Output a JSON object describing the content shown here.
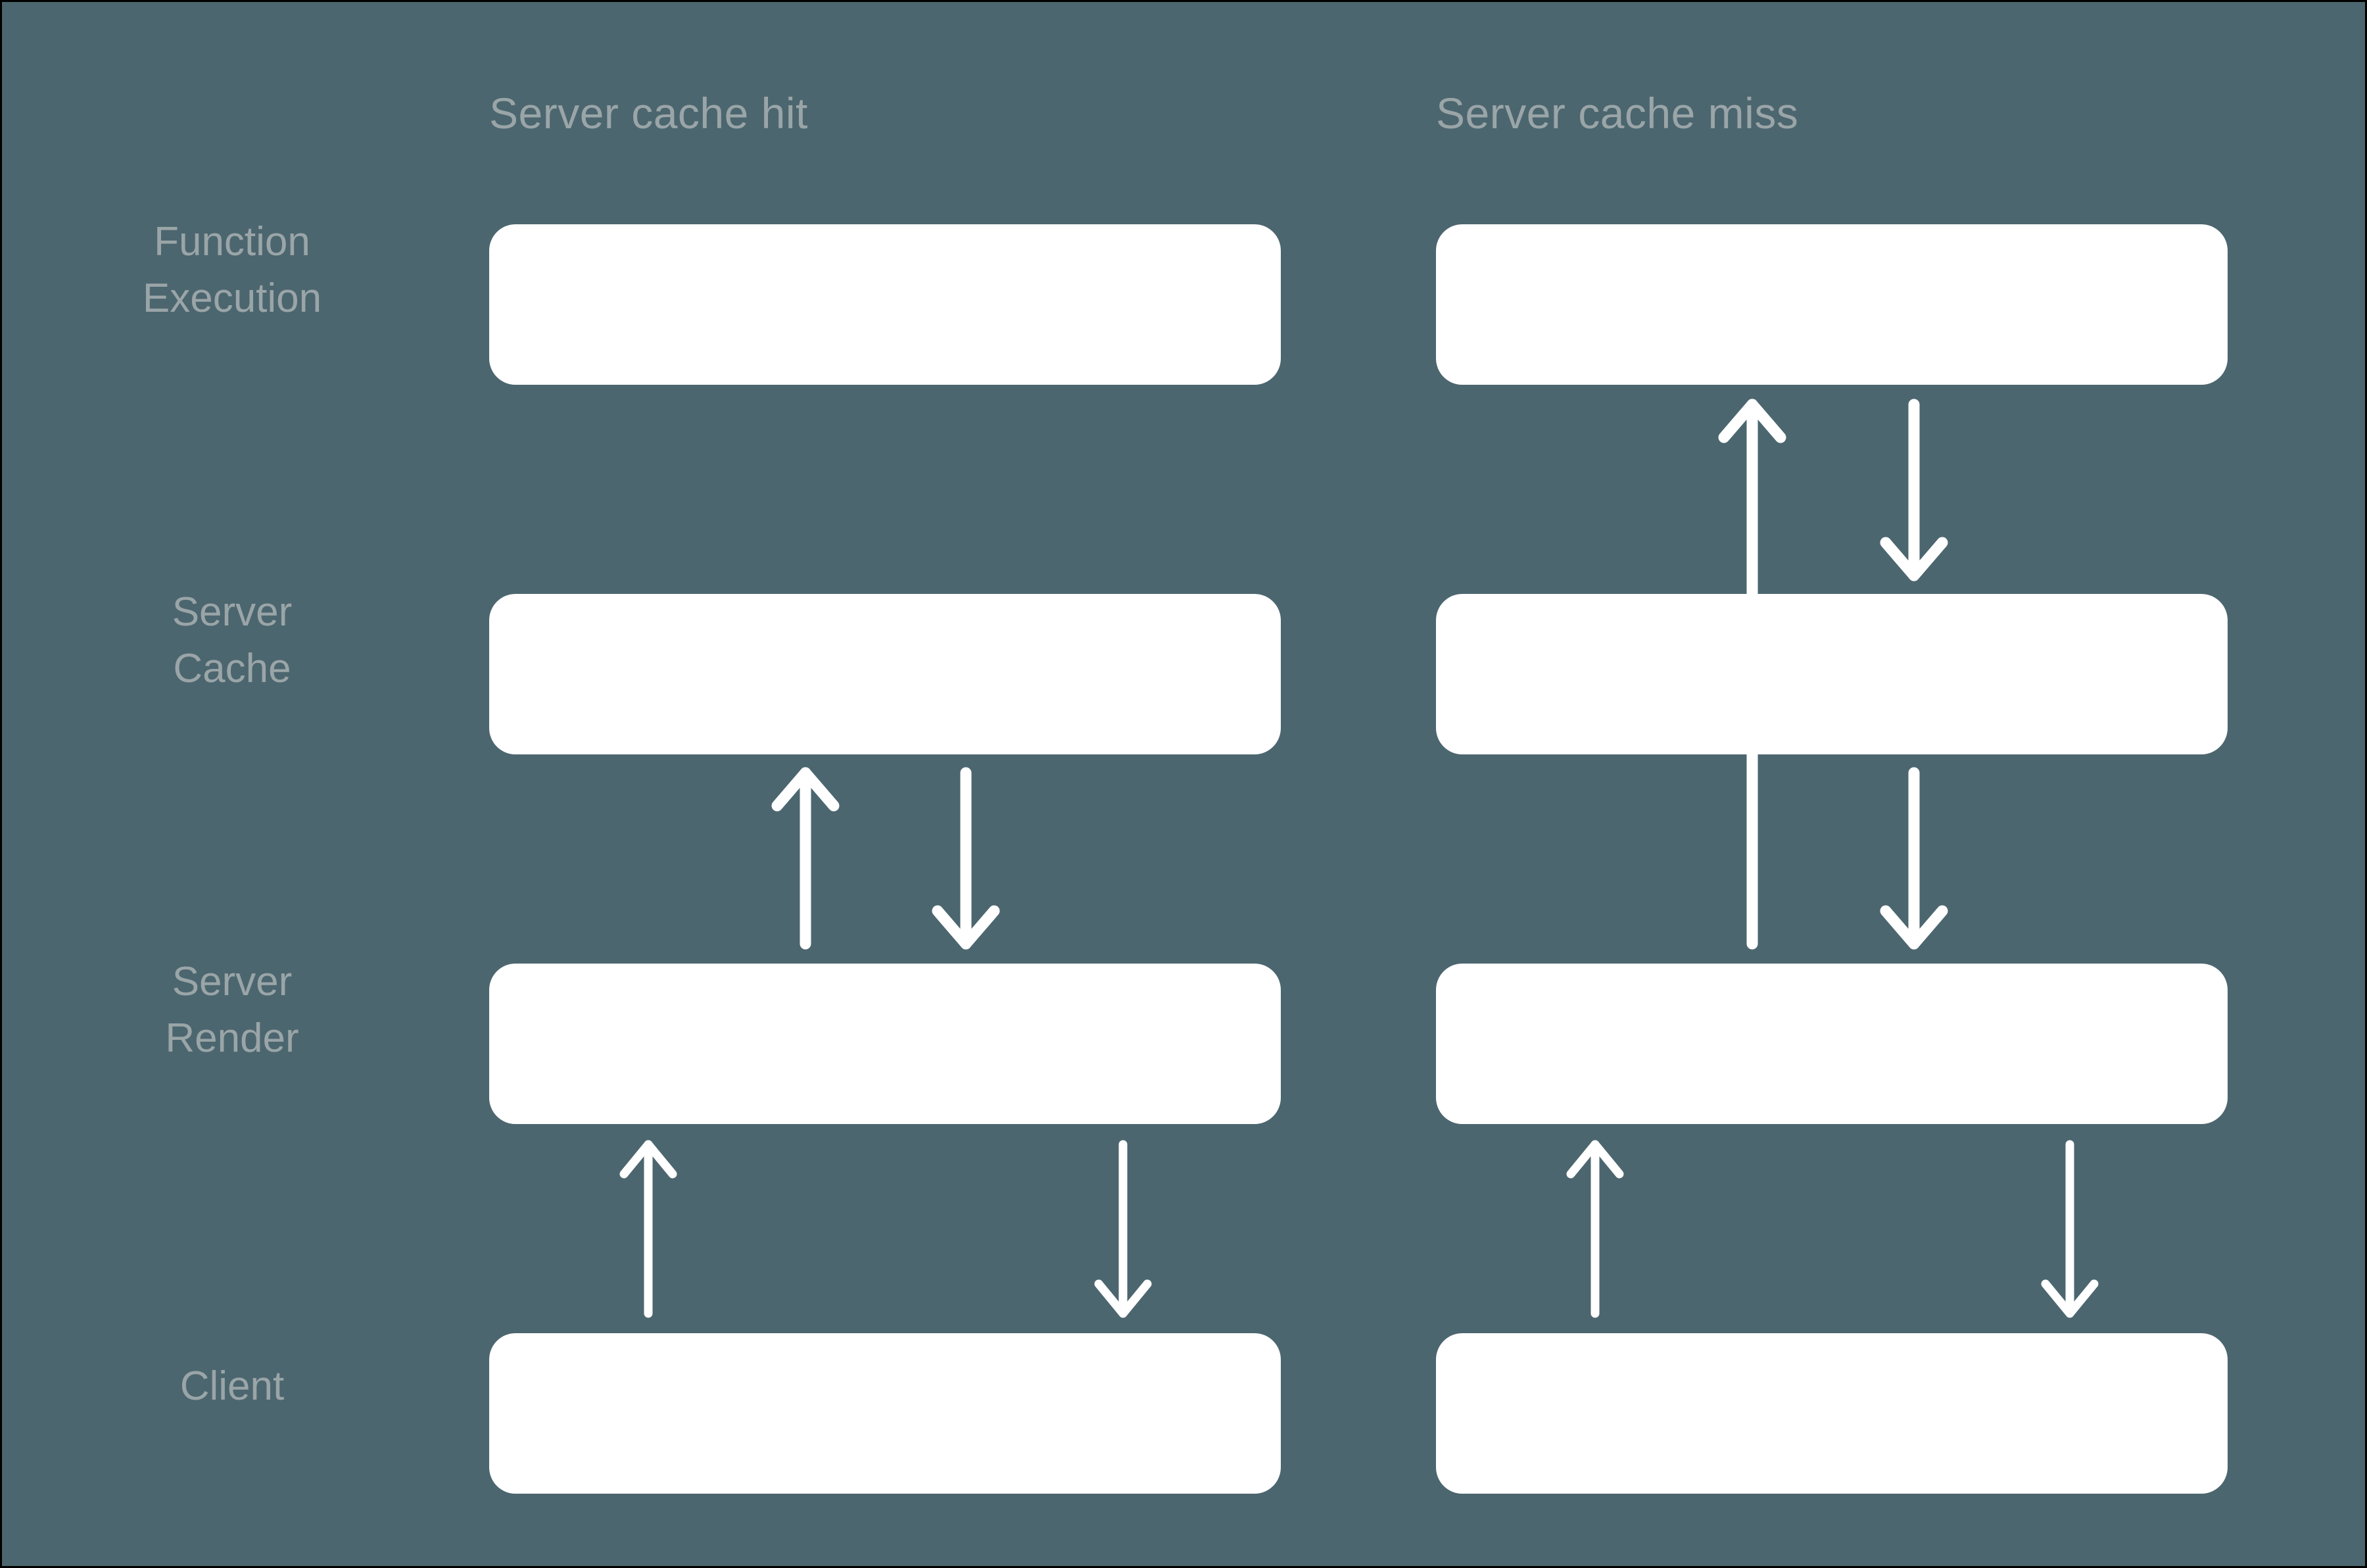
{
  "diagram": {
    "title_columns": [
      {
        "id": "hit",
        "label": "Server cache hit"
      },
      {
        "id": "miss",
        "label": "Server cache miss"
      }
    ],
    "row_labels": [
      {
        "id": "function-execution",
        "label": "Function\nExecution"
      },
      {
        "id": "server-cache",
        "label": "Server\nCache"
      },
      {
        "id": "server-render",
        "label": "Server\nRender"
      },
      {
        "id": "client",
        "label": "Client"
      }
    ],
    "colors": {
      "background": "#4C666F",
      "node_fill": "#FFFFFF",
      "label_text": "#9AA5A8",
      "arrow": "#FFFFFF",
      "frame_border": "#000000"
    },
    "nodes": [
      {
        "id": "hit-function-execution",
        "column": "hit",
        "row": "function-execution",
        "label": ""
      },
      {
        "id": "hit-server-cache",
        "column": "hit",
        "row": "server-cache",
        "label": ""
      },
      {
        "id": "hit-server-render",
        "column": "hit",
        "row": "server-render",
        "label": ""
      },
      {
        "id": "hit-client",
        "column": "hit",
        "row": "client",
        "label": ""
      },
      {
        "id": "miss-function-execution",
        "column": "miss",
        "row": "function-execution",
        "label": ""
      },
      {
        "id": "miss-server-cache",
        "column": "miss",
        "row": "server-cache",
        "label": ""
      },
      {
        "id": "miss-server-render",
        "column": "miss",
        "row": "server-render",
        "label": ""
      },
      {
        "id": "miss-client",
        "column": "miss",
        "row": "client",
        "label": ""
      }
    ],
    "arrows": [
      {
        "id": "hit-render-to-cache",
        "column": "hit",
        "from": "server-render",
        "to": "server-cache",
        "direction": "up",
        "label": ""
      },
      {
        "id": "hit-cache-to-render",
        "column": "hit",
        "from": "server-cache",
        "to": "server-render",
        "direction": "down",
        "label": ""
      },
      {
        "id": "hit-client-to-render",
        "column": "hit",
        "from": "client",
        "to": "server-render",
        "direction": "up",
        "label": ""
      },
      {
        "id": "hit-render-to-client",
        "column": "hit",
        "from": "server-render",
        "to": "client",
        "direction": "down",
        "label": ""
      },
      {
        "id": "miss-render-to-function",
        "column": "miss",
        "from": "server-render",
        "to": "function-execution",
        "direction": "up",
        "label": ""
      },
      {
        "id": "miss-function-to-cache",
        "column": "miss",
        "from": "function-execution",
        "to": "server-cache",
        "direction": "down",
        "label": ""
      },
      {
        "id": "miss-cache-to-render",
        "column": "miss",
        "from": "server-cache",
        "to": "server-render",
        "direction": "down",
        "label": ""
      },
      {
        "id": "miss-client-to-render",
        "column": "miss",
        "from": "client",
        "to": "server-render",
        "direction": "up",
        "label": ""
      },
      {
        "id": "miss-render-to-client",
        "column": "miss",
        "from": "server-render",
        "to": "client",
        "direction": "down",
        "label": ""
      }
    ]
  }
}
